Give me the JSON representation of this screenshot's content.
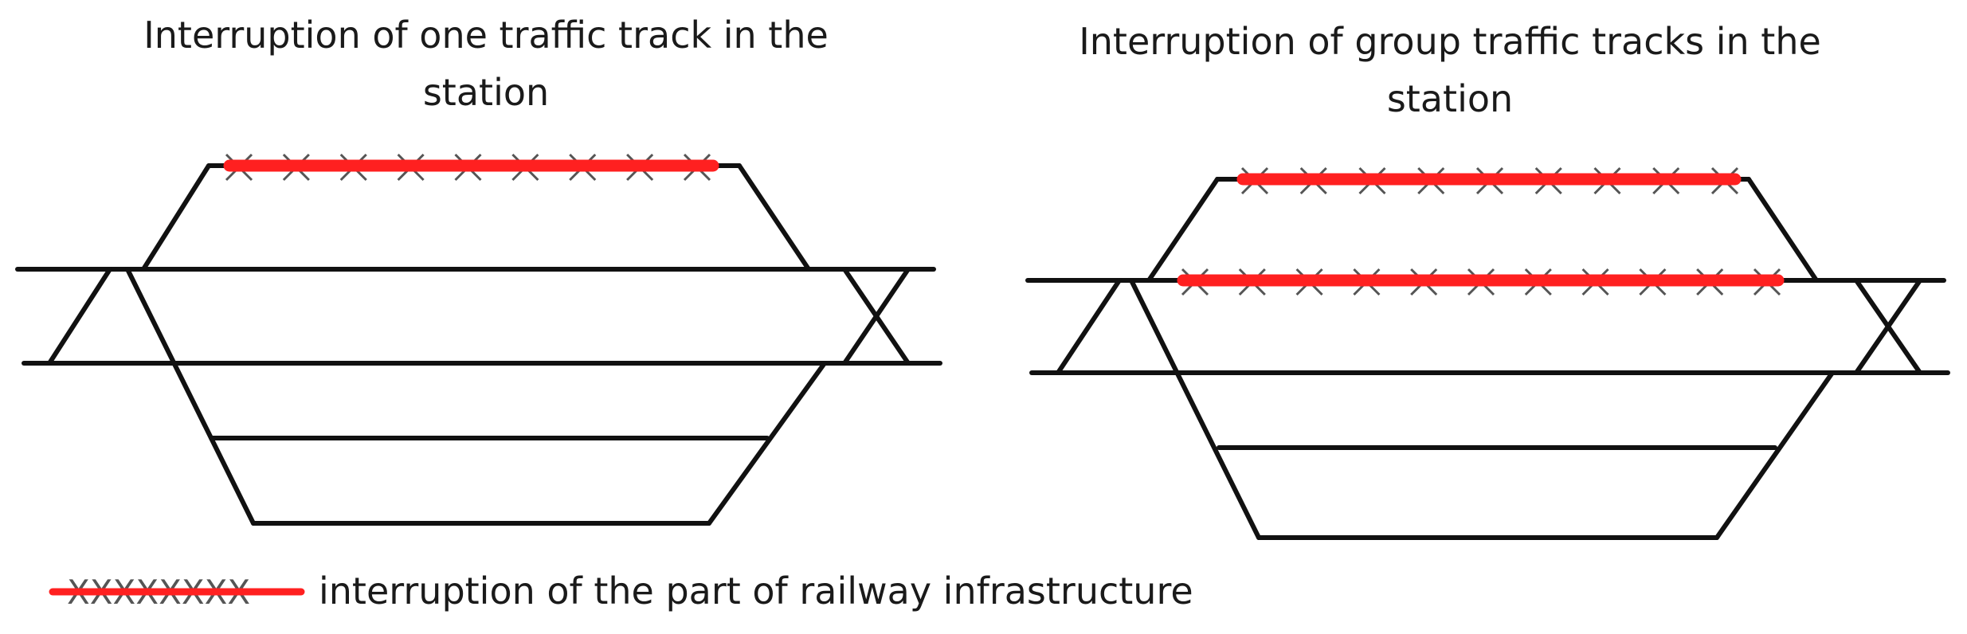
{
  "panels": {
    "left": {
      "title": "Interruption of one traffic track in the station"
    },
    "right": {
      "title": "Interruption of group traffic tracks in the station"
    }
  },
  "legend": {
    "symbol": "XXXXXXXX",
    "label": "interruption of the part of railway infrastructure"
  },
  "colors": {
    "track": "#111111",
    "interruption": "#ff2020",
    "cross_mark": "#555555"
  }
}
